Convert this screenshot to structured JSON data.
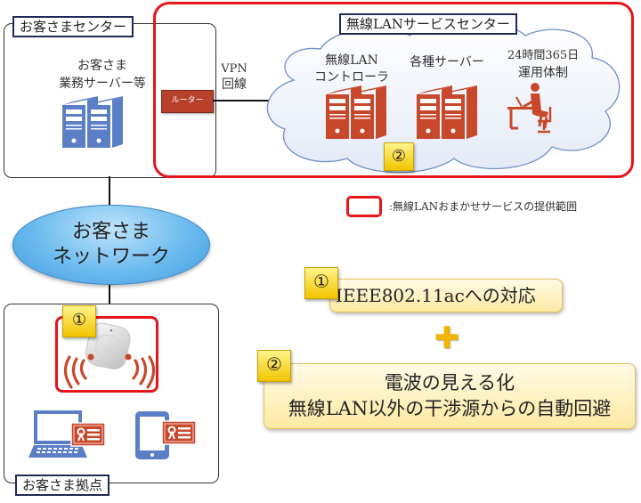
{
  "customer_center": {
    "label": "お客さまセンター",
    "servers_caption_line1": "お客さま",
    "servers_caption_line2": "業務サーバー等",
    "router_label": "ルーター"
  },
  "vpn": {
    "line1": "VPN",
    "line2": "回線"
  },
  "service_center": {
    "label": "無線LANサービスセンター",
    "controller_line1": "無線LAN",
    "controller_line2": "コントローラ",
    "servers_label": "各種サーバー",
    "ops_line1": "24時間365日",
    "ops_line2": "運用体制",
    "badge": "②"
  },
  "legend": {
    "text": ":無線LANおまかせサービスの提供範囲",
    "color": "#e8141b"
  },
  "network": {
    "line1": "お客さま",
    "line2": "ネットワーク"
  },
  "customer_site": {
    "label": "お客さま拠点",
    "badge": "①"
  },
  "features": {
    "feature1": {
      "badge": "①",
      "text": "IEEE802.11acへの対応"
    },
    "plus": "✚",
    "feature2": {
      "badge": "②",
      "line1": "電波の見える化",
      "line2": "無線LAN以外の干渉源からの自動回避"
    }
  },
  "colors": {
    "service_red": "#e8141b",
    "server_blue": "#5b7fc7",
    "server_orange": "#c8482c",
    "navy": "#1f2a55",
    "cloud_stroke": "#6f8fc8"
  }
}
